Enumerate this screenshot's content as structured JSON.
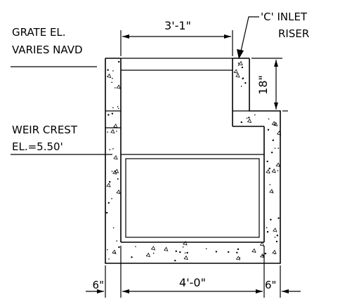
{
  "labels": {
    "grate_el_line1": "GRATE EL.",
    "grate_el_line2": "VARIES NAVD",
    "inlet_line1": "'C' INLET",
    "inlet_line2": "RISER",
    "weir_line1": "WEIR CREST",
    "weir_line2": "EL.=5.50'"
  },
  "dimensions": {
    "top_width": "3'-1\"",
    "riser_height": "18\"",
    "wall_left": "6\"",
    "bottom_width": "4'-0\"",
    "wall_right": "6\""
  },
  "colors": {
    "line": "#000000",
    "background": "#ffffff"
  }
}
